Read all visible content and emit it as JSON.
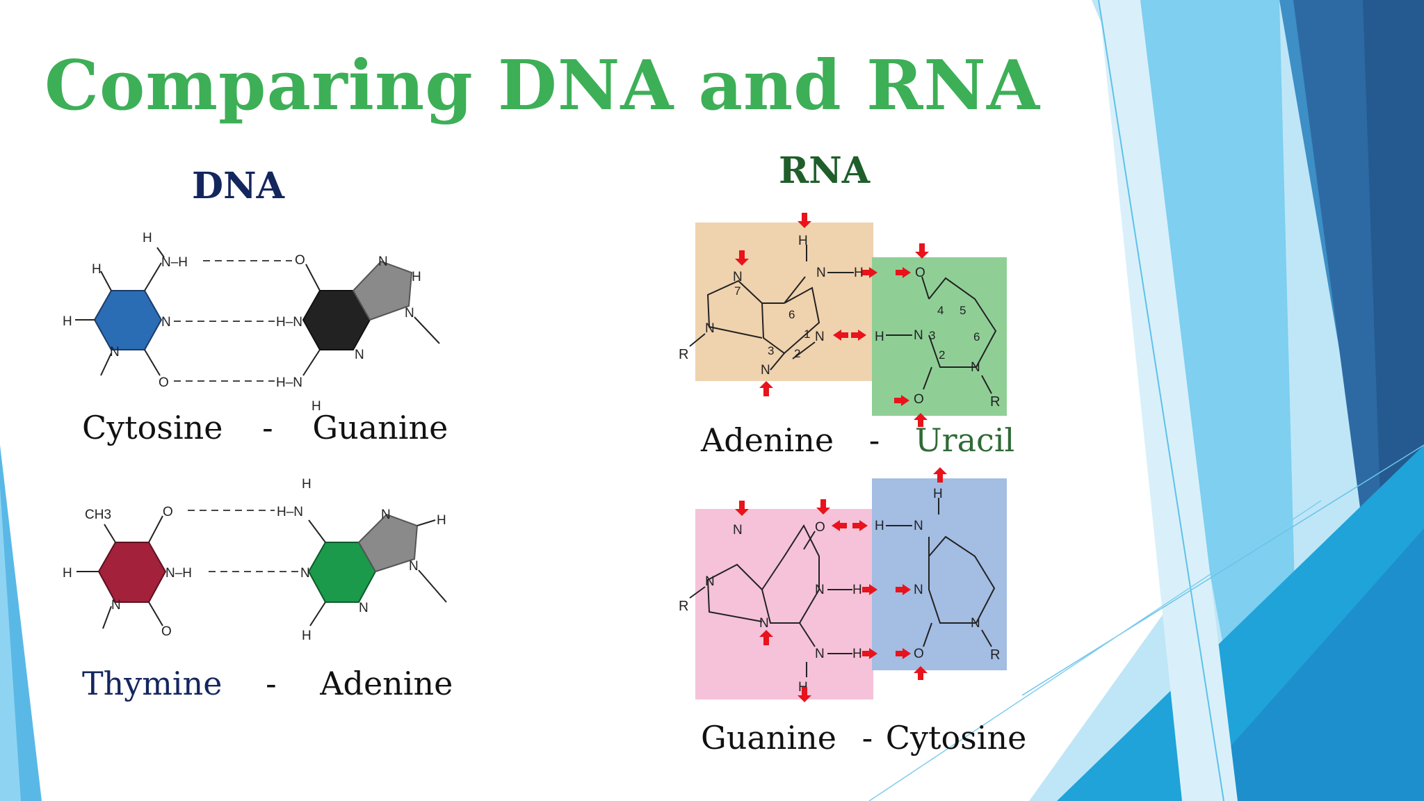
{
  "slide": {
    "title": "Comparing DNA and RNA",
    "colors": {
      "title": "#3daf57",
      "dna_heading": "#14265e",
      "rna_heading": "#1f5e2b",
      "uracil_text": "#2f6a36",
      "thymine_text": "#14265e",
      "arrow_red": "#e8131b"
    }
  },
  "dna": {
    "heading": "DNA",
    "pair1": {
      "left": "Cytosine",
      "dash": "-",
      "right": "Guanine"
    },
    "pair2": {
      "left": "Thymine",
      "dash": "-",
      "right": "Adenine"
    },
    "ring_colors": {
      "cytosine": "#2a6db5",
      "guanine_six": "#222222",
      "guanine_five": "#8a8a8a",
      "thymine": "#a3213a",
      "adenine_six": "#1a9a4a",
      "adenine_five": "#8a8a8a"
    }
  },
  "rna": {
    "heading": "RNA",
    "pair1": {
      "left": "Adenine",
      "dash": "-",
      "right": "Uracil"
    },
    "pair2": {
      "left": "Guanine",
      "dash": "-",
      "right": "Cytosine"
    },
    "box_colors": {
      "adenine": "#efd2ae",
      "uracil": "#8fcf96",
      "guanine": "#f5c2d9",
      "cytosine": "#a3bde3"
    }
  },
  "atoms": {
    "H": "H",
    "N": "N",
    "O": "O",
    "R": "R",
    "CH3": "CH3",
    "NH": "N–H",
    "HN": "H–N",
    "n1": "1",
    "n2": "2",
    "n3": "3",
    "n4": "4",
    "n5": "5",
    "n6": "6",
    "n7": "7"
  }
}
